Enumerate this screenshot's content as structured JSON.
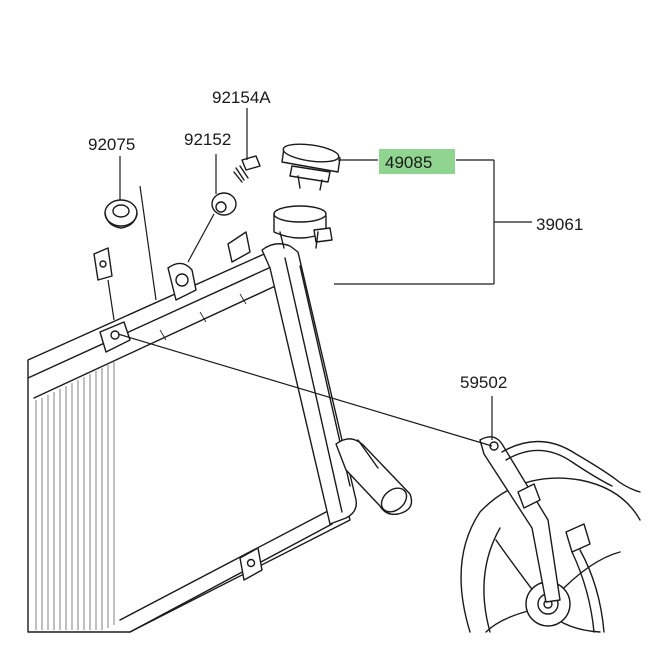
{
  "parts": {
    "p92154A": "92154A",
    "p92075": "92075",
    "p92152": "92152",
    "p49085": "49085",
    "p39061": "39061",
    "p59502": "59502"
  },
  "highlight_color": "#8fd48f",
  "highlighted_part": "49085"
}
